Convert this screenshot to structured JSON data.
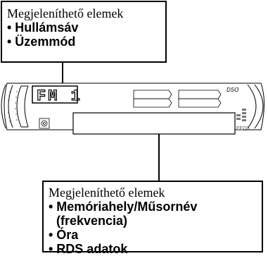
{
  "top_callout": {
    "title": "Megjeleníthető elemek",
    "items": [
      "• Hullámsáv",
      "• Üzemmód"
    ]
  },
  "display": {
    "band_text": "FM 1"
  },
  "bottom_callout": {
    "title": "Megjeleníthető elemek",
    "items": [
      "• Memóriahely/Műsornév",
      "(frekvencia)",
      "• Óra",
      "• RDS adatok"
    ]
  }
}
